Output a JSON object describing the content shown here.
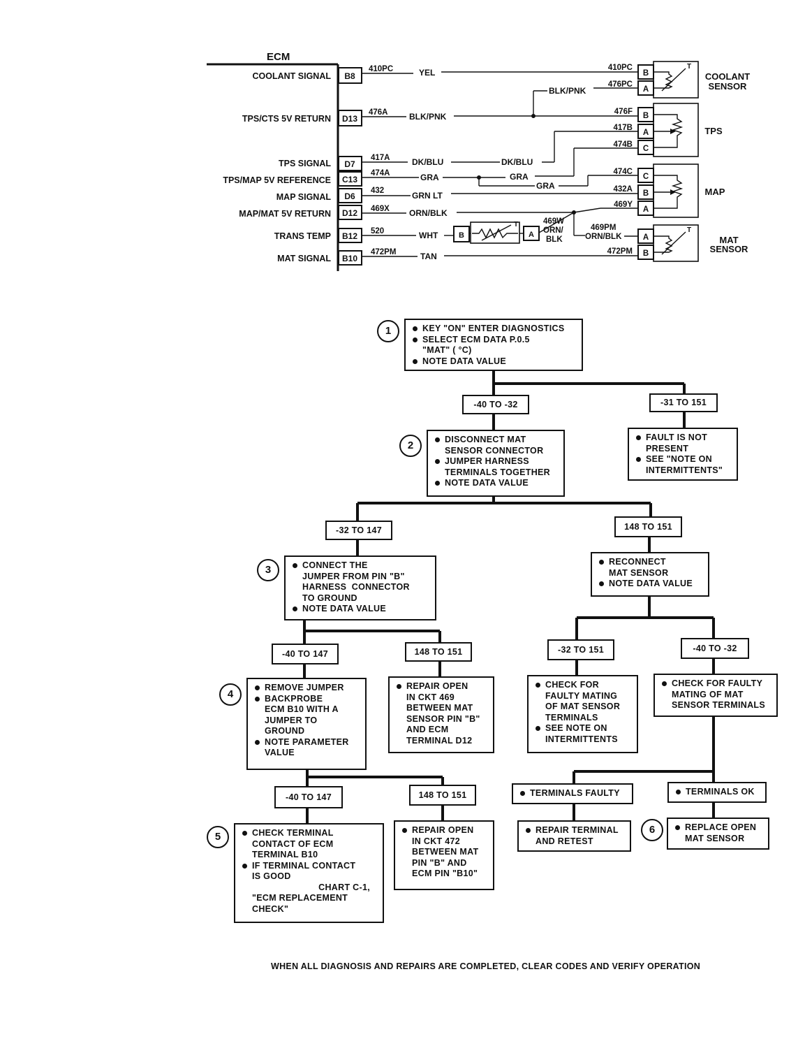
{
  "wiring": {
    "ecm_title": "ECM",
    "circuits": [
      {
        "label": "COOLANT SIGNAL",
        "pin": "B8",
        "wire": "410PC",
        "color": "YEL"
      },
      {
        "label": "TPS/CTS 5V RETURN",
        "pin": "D13",
        "wire": "476A",
        "color": "BLK/PNK"
      },
      {
        "label": "TPS SIGNAL",
        "pin": "D7",
        "wire": "417A",
        "color": "DK/BLU"
      },
      {
        "label": "TPS/MAP 5V REFERENCE",
        "pin": "C13",
        "wire": "474A",
        "color": "GRA"
      },
      {
        "label": "MAP SIGNAL",
        "pin": "D6",
        "wire": "432",
        "color": "GRN LT"
      },
      {
        "label": "MAP/MAT 5V RETURN",
        "pin": "D12",
        "wire": "469X",
        "color": "ORN/BLK"
      },
      {
        "label": "TRANS TEMP",
        "pin": "B12",
        "wire": "520",
        "color": "WHT"
      },
      {
        "label": "MAT SIGNAL",
        "pin": "B10",
        "wire": "472PM",
        "color": "TAN"
      }
    ],
    "mid_labels": {
      "blk_pnk_branch": "BLK/PNK",
      "dk_blu_2": "DK/BLU",
      "gra_2": "GRA",
      "gra_3": "GRA",
      "wire_469w": "469W",
      "orn_2": "ORN/",
      "blk_2": "BLK",
      "wire_469pm": "469PM",
      "orn_blk_2": "ORN/BLK",
      "trans_pin_b": "B",
      "trans_pin_a": "A",
      "therm_t": "T"
    },
    "sensor_wires": {
      "coolant_b": "410PC",
      "coolant_a": "476PC",
      "tps_b": "476F",
      "tps_a": "417B",
      "tps_c": "474B",
      "map_c": "474C",
      "map_b": "432A",
      "map_a": "469Y",
      "mat_a": "469PM",
      "mat_b": "472PM"
    },
    "pins": {
      "b": "B",
      "a": "A",
      "c": "C",
      "t": "T"
    },
    "sensors": {
      "coolant_1": "COOLANT",
      "coolant_2": "SENSOR",
      "tps": "TPS",
      "map": "MAP",
      "mat_1": "MAT",
      "mat_2": "SENSOR"
    }
  },
  "flow": {
    "steps": [
      "1",
      "2",
      "3",
      "4",
      "5",
      "6"
    ],
    "box1": [
      "KEY \"ON\" ENTER DIAGNOSTICS",
      "SELECT ECM DATA P.0.5",
      "\"MAT\" ( °C)",
      "NOTE DATA VALUE"
    ],
    "r1a": "-40 TO -32",
    "r1b": "-31 TO 151",
    "box_fault": [
      "FAULT IS NOT",
      "PRESENT",
      "SEE \"NOTE ON",
      "INTERMITTENTS\""
    ],
    "box2": [
      "DISCONNECT MAT",
      "SENSOR CONNECTOR",
      "JUMPER HARNESS",
      "TERMINALS TOGETHER",
      "NOTE DATA VALUE"
    ],
    "r2a": "-32 TO 147",
    "r2b": "148 TO 151",
    "box3": [
      "CONNECT THE",
      "JUMPER FROM PIN \"B\"",
      "HARNESS  CONNECTOR",
      "TO GROUND",
      "NOTE DATA VALUE"
    ],
    "box_reconnect": [
      "RECONNECT",
      "MAT SENSOR",
      "NOTE DATA VALUE"
    ],
    "r3a": "-40 TO 147",
    "r3b": "148 TO 151",
    "r4a": "-32 TO 151",
    "r4b": "-40 TO -32",
    "box4": [
      "REMOVE JUMPER",
      "BACKPROBE",
      "ECM B10 WITH A",
      "JUMPER TO",
      "GROUND",
      "NOTE PARAMETER",
      "VALUE"
    ],
    "box_repair469": [
      "REPAIR OPEN",
      "IN CKT 469",
      "BETWEEN MAT",
      "SENSOR PIN \"B\"",
      "AND ECM",
      "TERMINAL D12"
    ],
    "box_mating1": [
      "CHECK FOR",
      "FAULTY MATING",
      "OF MAT SENSOR",
      "TERMINALS",
      "SEE NOTE ON",
      "INTERMITTENTS"
    ],
    "box_mating2": [
      "CHECK FOR FAULTY",
      "MATING OF MAT",
      "SENSOR TERMINALS"
    ],
    "r5a": "-40 TO 147",
    "r5b": "148 TO 151",
    "r_faulty": "TERMINALS FAULTY",
    "r_ok": "TERMINALS OK",
    "box5": [
      "CHECK TERMINAL",
      "CONTACT OF ECM",
      "TERMINAL B10",
      "IF TERMINAL CONTACT",
      "IS GOOD",
      "CHART C-1,",
      "\"ECM REPLACEMENT",
      "CHECK\""
    ],
    "box_repair472": [
      "REPAIR OPEN",
      "IN CKT 472",
      "BETWEEN MAT",
      "PIN \"B\" AND",
      "ECM PIN \"B10\""
    ],
    "box_repair_term": [
      "REPAIR TERMINAL",
      "AND RETEST"
    ],
    "box_replace": [
      "REPLACE OPEN",
      "MAT SENSOR"
    ]
  },
  "footer": "WHEN ALL DIAGNOSIS AND REPAIRS ARE COMPLETED, CLEAR CODES AND VERIFY OPERATION"
}
